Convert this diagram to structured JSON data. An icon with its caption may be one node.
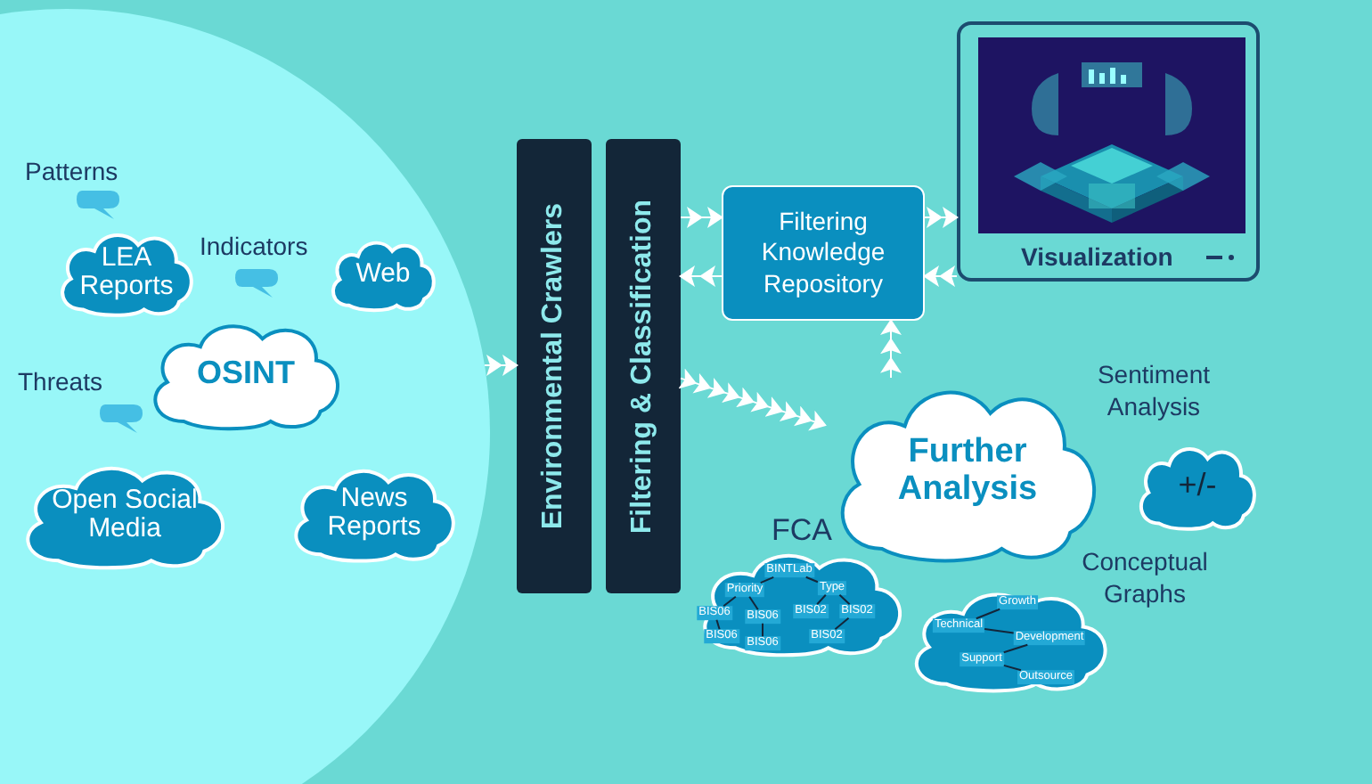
{
  "diagram": {
    "nodes": [
      {
        "text": [],
        "shape": "circle"
      },
      {
        "text": [
          "LEA Reports"
        ],
        "in": 0
      },
      {
        "text": [
          "Web"
        ],
        "in": 0
      },
      {
        "text": [
          "OSINT"
        ],
        "in": 0
      },
      {
        "text": [
          "Open Social Media"
        ],
        "in": 0
      },
      {
        "text": [
          "News Reports"
        ],
        "in": 0
      },
      {
        "text": [
          "Environmental Crawlers"
        ]
      },
      {
        "text": [
          "Filtering & Classification"
        ]
      },
      {
        "text": [
          "Filtering Knowledge Repository"
        ]
      },
      {
        "text": [
          "Visualization"
        ]
      },
      {
        "text": [
          "Further Analysis"
        ]
      },
      {
        "text": [
          "Sentiment Analysis",
          "+/-"
        ]
      },
      {
        "text": [
          "FCA"
        ]
      },
      {
        "text": [
          "BINTLab"
        ],
        "in": 12
      },
      {
        "text": [
          "Priority"
        ],
        "in": 12
      },
      {
        "text": [
          "Type"
        ],
        "in": 12
      },
      {
        "text": [
          "BIS06"
        ],
        "in": 12
      },
      {
        "text": [
          "BIS06"
        ],
        "in": 12
      },
      {
        "text": [
          "BIS02"
        ],
        "in": 12
      },
      {
        "text": [
          "BIS02"
        ],
        "in": 12
      },
      {
        "text": [
          "BIS06"
        ],
        "in": 12
      },
      {
        "text": [
          "BIS06"
        ],
        "in": 12
      },
      {
        "text": [
          "BIS02"
        ],
        "in": 12
      },
      {
        "text": [
          "Conceptual Graphs"
        ]
      },
      {
        "text": [
          "Growth"
        ],
        "in": 23
      },
      {
        "text": [
          "Technical"
        ],
        "in": 23
      },
      {
        "text": [
          "Development"
        ],
        "in": 23
      },
      {
        "text": [
          "Support"
        ],
        "in": 23
      },
      {
        "text": [
          "Outsource"
        ],
        "in": 23
      }
    ],
    "edges": [
      {
        "from": 0,
        "to": 6,
        "arrow": "to",
        "color": "#ffffff"
      },
      {
        "from": 7,
        "to": 8,
        "arrow": "to",
        "color": "#ffffff"
      },
      {
        "from": 8,
        "to": 7,
        "arrow": "to",
        "color": "#ffffff"
      },
      {
        "from": 8,
        "to": 9,
        "arrow": "to",
        "color": "#ffffff"
      },
      {
        "from": 9,
        "to": 8,
        "arrow": "to",
        "color": "#ffffff"
      },
      {
        "from": 7,
        "to": 10,
        "arrow": "to",
        "color": "#ffffff"
      },
      {
        "from": 10,
        "to": 8,
        "arrow": "to",
        "color": "#ffffff"
      },
      {
        "from": 13,
        "to": 14,
        "arrow": "none"
      },
      {
        "from": 13,
        "to": 15,
        "arrow": "none"
      },
      {
        "from": 14,
        "to": 16,
        "arrow": "none"
      },
      {
        "from": 14,
        "to": 17,
        "arrow": "none"
      },
      {
        "from": 16,
        "to": 20,
        "arrow": "none"
      },
      {
        "from": 17,
        "to": 21,
        "arrow": "none"
      },
      {
        "from": 15,
        "to": 18,
        "arrow": "none"
      },
      {
        "from": 15,
        "to": 19,
        "arrow": "none"
      },
      {
        "from": 19,
        "to": 22,
        "arrow": "none"
      },
      {
        "from": 25,
        "to": 24,
        "arrow": "none"
      },
      {
        "from": 25,
        "to": 26,
        "arrow": "none"
      },
      {
        "from": 26,
        "to": 27,
        "arrow": "none"
      },
      {
        "from": 27,
        "to": 28,
        "arrow": "none"
      }
    ],
    "labels": [
      "Patterns",
      "Indicators",
      "Threats"
    ]
  }
}
